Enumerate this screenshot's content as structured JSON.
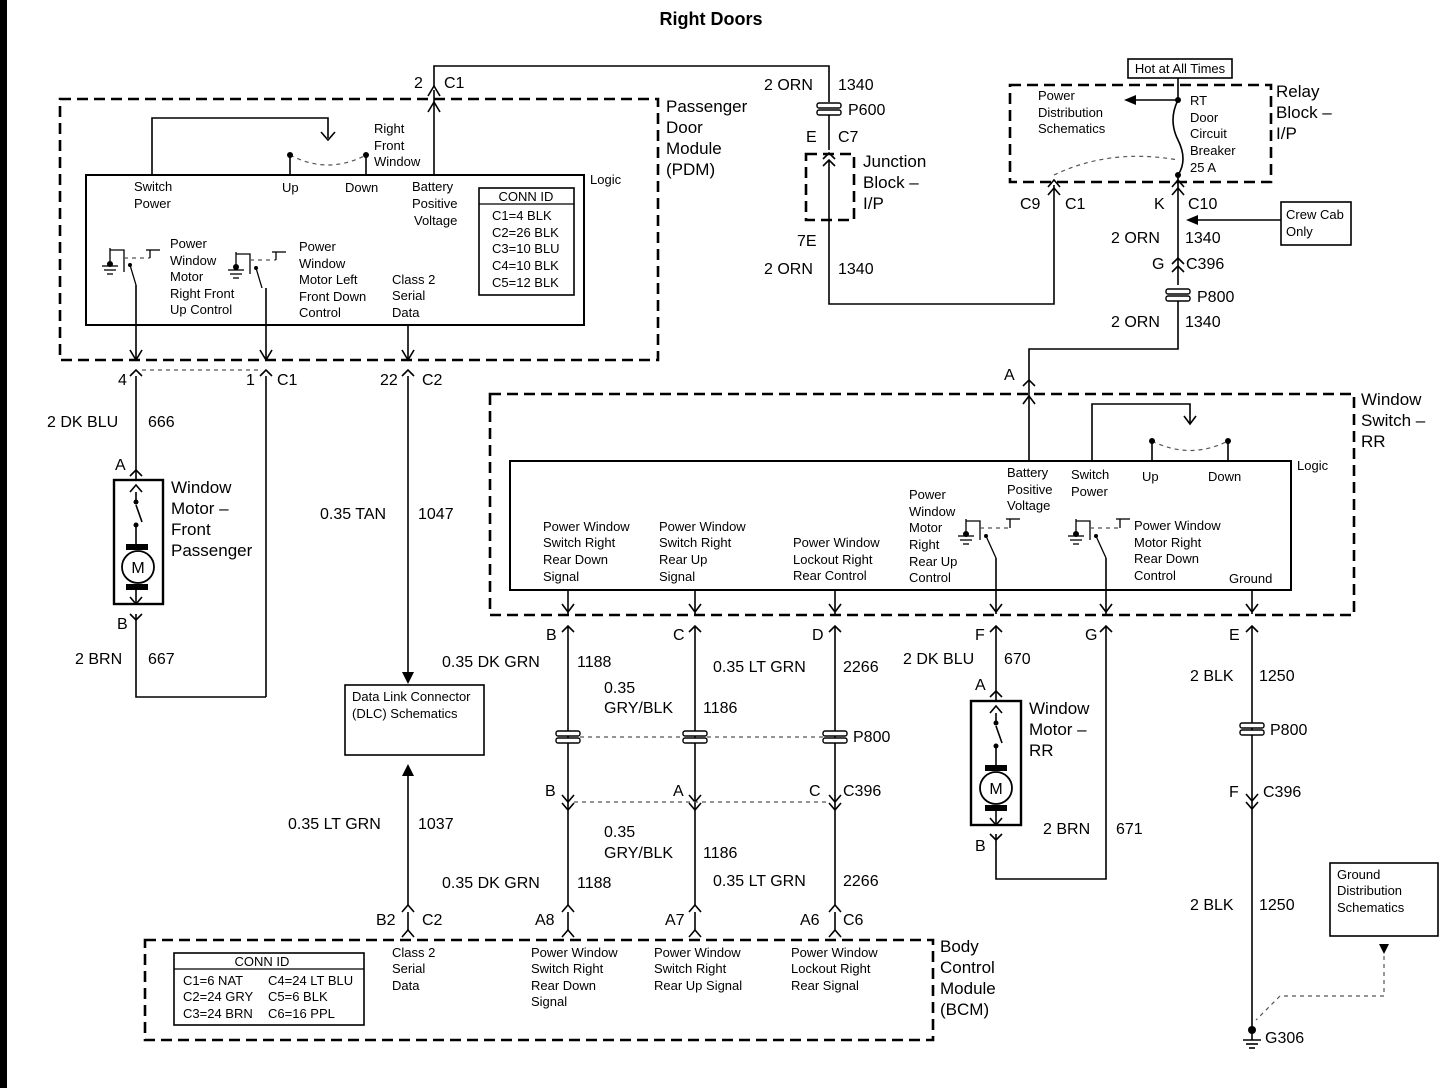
{
  "title": "Right Doors",
  "pdm": {
    "name": [
      "Passenger",
      "Door",
      "Module",
      "(PDM)"
    ],
    "logic": "Logic",
    "switch_power": [
      "Switch",
      "Power"
    ],
    "up": "Up",
    "down": "Down",
    "rf_window": [
      "Right",
      "Front",
      "Window"
    ],
    "battery": [
      "Battery",
      "Positive",
      "Voltage"
    ],
    "conn_id": {
      "title": "CONN ID",
      "rows": [
        "C1=4 BLK",
        "C2=26 BLK",
        "C3=10 BLU",
        "C4=10 BLK",
        "C5=12 BLK"
      ]
    },
    "pw_up": [
      "Power",
      "Window",
      "Motor",
      "Right Front",
      "Up Control"
    ],
    "pw_down": [
      "Power",
      "Window",
      "Motor Left",
      "Front Down",
      "Control"
    ],
    "class2": [
      "Class 2",
      "Serial",
      "Data"
    ],
    "pins": {
      "p2": "2",
      "c1_top": "C1",
      "p4": "4",
      "p1": "1",
      "c1_bot": "C1",
      "p22": "22",
      "c2": "C2"
    }
  },
  "top_wire": {
    "gauge_a": "2 ORN",
    "circ_a": "1340",
    "p600": "P600",
    "e": "E",
    "c7": "C7",
    "junction": [
      "Junction",
      "Block –",
      "I/P"
    ],
    "e7": "7E",
    "gauge_b": "2 ORN",
    "circ_b": "1340"
  },
  "relay": {
    "hot": "Hot at All Times",
    "pds": [
      "Power",
      "Distribution",
      "Schematics"
    ],
    "breaker": [
      "RT",
      "Door",
      "Circuit",
      "Breaker",
      "25 A"
    ],
    "block": [
      "Relay",
      "Block –",
      "I/P"
    ],
    "c9": "C9",
    "c1": "C1",
    "k": "K",
    "c10": "C10",
    "crew": [
      "Crew Cab",
      "Only"
    ],
    "gauge1": "2 ORN",
    "circ1": "1340",
    "g": "G",
    "c396": "C396",
    "p800": "P800",
    "gauge2": "2 ORN",
    "circ2": "1340",
    "a": "A"
  },
  "motor_front": {
    "gauge_a": "2 DK BLU",
    "circ_a": "666",
    "pin_a": "A",
    "name": [
      "Window",
      "Motor –",
      "Front",
      "Passenger"
    ],
    "m": "M",
    "pin_b": "B",
    "gauge_b": "2 BRN",
    "circ_b": "667"
  },
  "dlc": {
    "gauge_a": "0.35 TAN",
    "circ_a": "1047",
    "box": [
      "Data Link Connector",
      "(DLC) Schematics"
    ],
    "gauge_b": "0.35 LT GRN",
    "circ_b": "1037"
  },
  "wsrr": {
    "name": [
      "Window",
      "Switch –",
      "RR"
    ],
    "logic": "Logic",
    "battery": [
      "Battery",
      "Positive",
      "Voltage"
    ],
    "switch_power": [
      "Switch",
      "Power"
    ],
    "up": "Up",
    "down": "Down",
    "sig_down": [
      "Power Window",
      "Switch Right",
      "Rear Down",
      "Signal"
    ],
    "sig_up": [
      "Power Window",
      "Switch Right",
      "Rear Up",
      "Signal"
    ],
    "lockout": [
      "Power Window",
      "Lockout Right",
      "Rear Control"
    ],
    "motor_up": [
      "Power",
      "Window",
      "Motor",
      "Right",
      "Rear Up",
      "Control"
    ],
    "motor_down": [
      "Power Window",
      "Motor Right",
      "Rear Down",
      "Control"
    ],
    "ground": "Ground",
    "pins": {
      "b": "B",
      "c": "C",
      "d": "D",
      "f": "F",
      "g": "G",
      "e": "E"
    }
  },
  "wires": {
    "dkgrn_gauge": "0.35 DK GRN",
    "dkgrn_circ": "1188",
    "gry_gauge": [
      "0.35",
      "GRY/BLK"
    ],
    "gry_circ": "1186",
    "ltgrn_gauge": "0.35 LT GRN",
    "ltgrn_circ": "2266",
    "p800": "P800",
    "b": "B",
    "a": "A",
    "c": "C",
    "c396": "C396",
    "dkgrn_gauge2": "0.35 DK GRN",
    "dkgrn_circ2": "1188",
    "gry_gauge2": [
      "0.35",
      "GRY/BLK"
    ],
    "gry_circ2": "1186",
    "ltgrn_gauge2": "0.35 LT GRN",
    "ltgrn_circ2": "2266"
  },
  "motor_rr": {
    "gauge_a": "2 DK BLU",
    "circ_a": "670",
    "pin_a": "A",
    "name": [
      "Window",
      "Motor –",
      "RR"
    ],
    "m": "M",
    "pin_b": "B",
    "gauge_b": "2 BRN",
    "circ_b": "671"
  },
  "ground": {
    "gauge1": "2 BLK",
    "circ1": "1250",
    "p800": "P800",
    "f": "F",
    "c396": "C396",
    "gauge2": "2 BLK",
    "circ2": "1250",
    "gds": [
      "Ground",
      "Distribution",
      "Schematics"
    ],
    "g306": "G306"
  },
  "bcm": {
    "pins": {
      "b2": "B2",
      "c2": "C2",
      "a8": "A8",
      "a7": "A7",
      "a6": "A6",
      "c6": "C6"
    },
    "class2": [
      "Class 2",
      "Serial",
      "Data"
    ],
    "sig_down": [
      "Power Window",
      "Switch Right",
      "Rear Down",
      "Signal"
    ],
    "sig_up": [
      "Power Window",
      "Switch Right",
      "Rear Up Signal"
    ],
    "lockout": [
      "Power Window",
      "Lockout Right",
      "Rear Signal"
    ],
    "name": [
      "Body",
      "Control",
      "Module",
      "(BCM)"
    ],
    "conn_id": {
      "title": "CONN ID",
      "left": [
        "C1=6 NAT",
        "C2=24 GRY",
        "C3=24 BRN"
      ],
      "right": [
        "C4=24 LT BLU",
        "C5=6 BLK",
        "C6=16 PPL"
      ]
    }
  }
}
